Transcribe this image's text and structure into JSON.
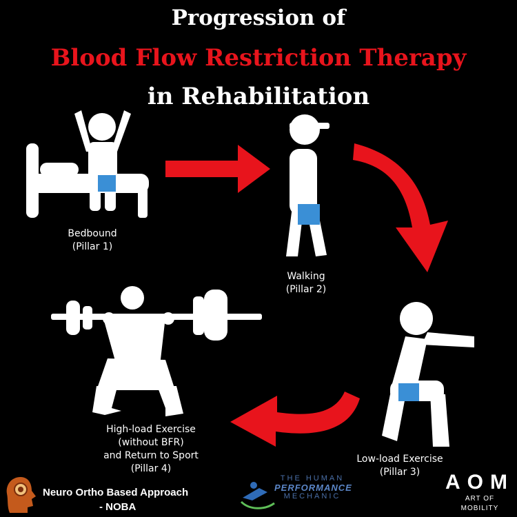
{
  "title": {
    "line1": "Progression of",
    "line2": "Blood Flow Restriction Therapy",
    "line3": "in Rehabilitation"
  },
  "stages": [
    {
      "label": "Bedbound",
      "pillar": "(Pillar 1)"
    },
    {
      "label": "Walking",
      "pillar": "(Pillar 2)"
    },
    {
      "label": "Low-load Exercise",
      "pillar": "(Pillar 3)"
    },
    {
      "label": "High-load Exercise",
      "label2": "(without BFR)",
      "label3": "and Return to Sport",
      "pillar": "(Pillar 4)"
    }
  ],
  "logos": {
    "noba_line1": "Neuro Ortho Based Approach",
    "noba_line2": "- NOBA",
    "hpm_line1": "THE HUMAN",
    "hpm_line2": "PERFORMANCE",
    "hpm_line3": "MECHANIC",
    "aom_big": "AOM",
    "aom_small": "ART OF MOBILITY"
  },
  "colors": {
    "arrow": "#e8141c",
    "cuff": "#3a8fd6",
    "figure": "#ffffff",
    "background": "#000000"
  }
}
